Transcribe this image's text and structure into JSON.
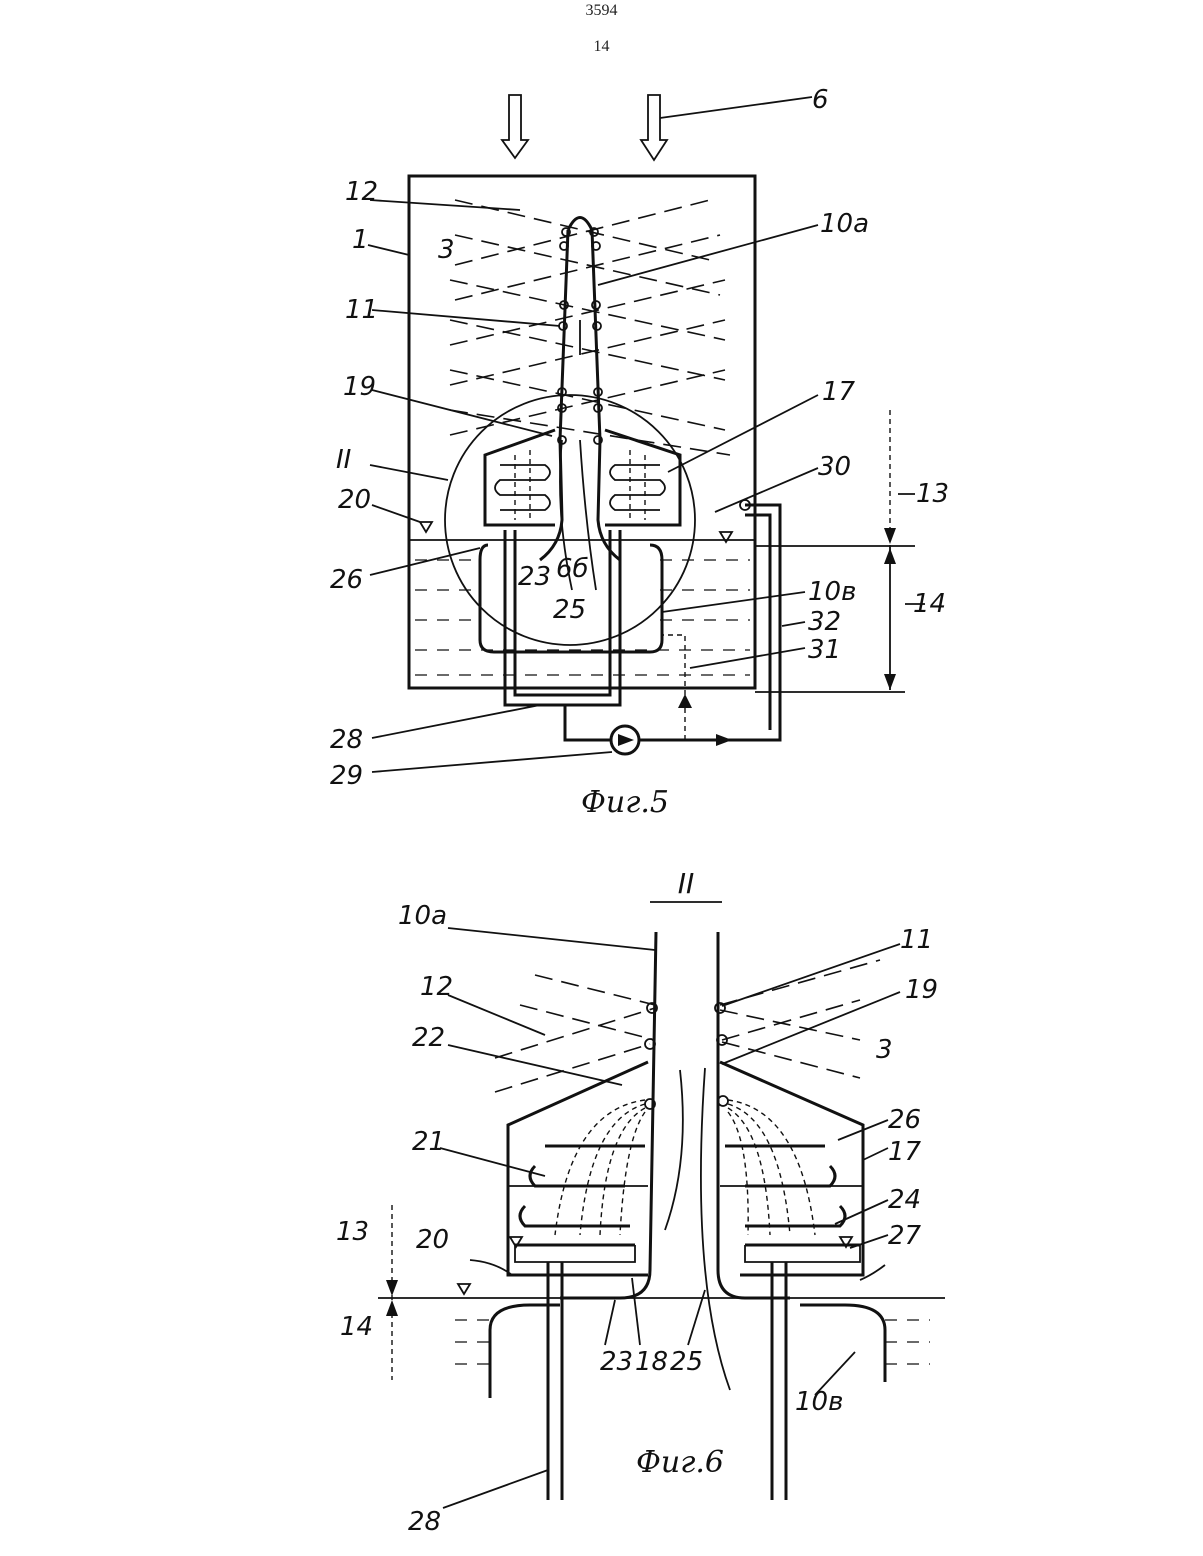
{
  "header": {
    "patent_no": "3594",
    "page_no": "14"
  },
  "fig5": {
    "caption": "Фиг.5",
    "labels": [
      "6",
      "12",
      "10а",
      "1",
      "3",
      "11",
      "19",
      "17",
      "II",
      "30",
      "13",
      "20",
      "26",
      "23",
      "6б",
      "10в",
      "14",
      "25",
      "32",
      "31",
      "28",
      "29"
    ]
  },
  "fig6": {
    "caption": "Фиг.6",
    "detail_mark": "II",
    "labels": [
      "10а",
      "11",
      "12",
      "19",
      "22",
      "3",
      "26",
      "21",
      "17",
      "24",
      "13",
      "20",
      "27",
      "14",
      "23",
      "18",
      "25",
      "10в",
      "28"
    ]
  }
}
